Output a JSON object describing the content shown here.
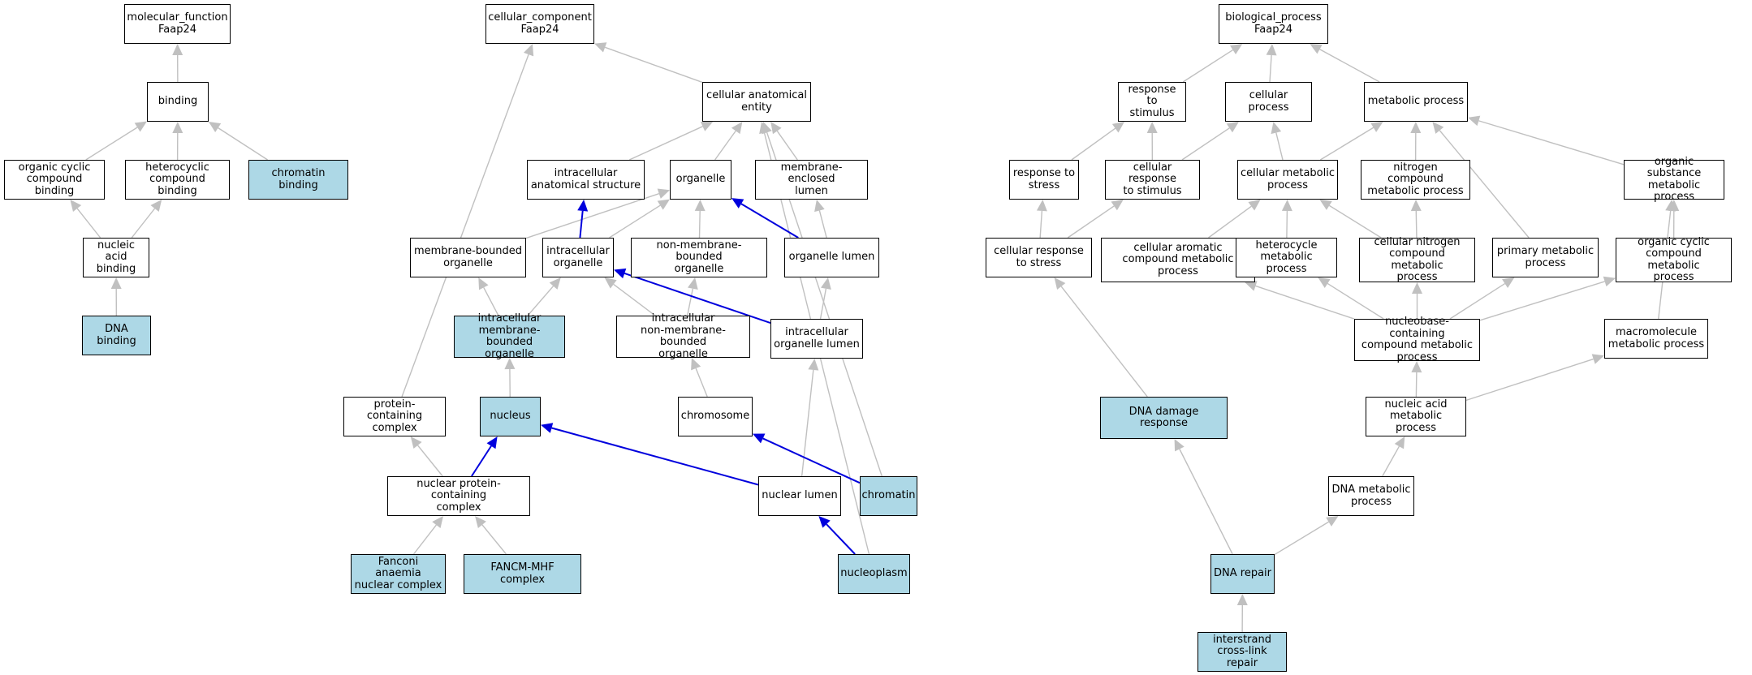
{
  "colors": {
    "highlight": "#add8e6",
    "edge_gray": "#c0c0c0",
    "edge_blue": "#0000dd",
    "border": "#000000"
  },
  "nodes": [
    {
      "id": "mf",
      "label": "molecular_function\nFaap24",
      "hl": false
    },
    {
      "id": "binding",
      "label": "binding",
      "hl": false
    },
    {
      "id": "ocb",
      "label": "organic cyclic\ncompound binding",
      "hl": false
    },
    {
      "id": "hcb",
      "label": "heterocyclic\ncompound binding",
      "hl": false
    },
    {
      "id": "chrombind",
      "label": "chromatin binding",
      "hl": true
    },
    {
      "id": "nab",
      "label": "nucleic acid\nbinding",
      "hl": false
    },
    {
      "id": "dnab",
      "label": "DNA binding",
      "hl": true
    },
    {
      "id": "cc",
      "label": "cellular_component\nFaap24",
      "hl": false
    },
    {
      "id": "cae",
      "label": "cellular anatomical\nentity",
      "hl": false
    },
    {
      "id": "ias",
      "label": "intracellular\nanatomical structure",
      "hl": false
    },
    {
      "id": "organelle",
      "label": "organelle",
      "hl": false
    },
    {
      "id": "mel",
      "label": "membrane-enclosed\nlumen",
      "hl": false
    },
    {
      "id": "mbo",
      "label": "membrane-bounded\norganelle",
      "hl": false
    },
    {
      "id": "io",
      "label": "intracellular\norganelle",
      "hl": false
    },
    {
      "id": "nmbo",
      "label": "non-membrane-bounded\norganelle",
      "hl": false
    },
    {
      "id": "olumen",
      "label": "organelle lumen",
      "hl": false
    },
    {
      "id": "imbo",
      "label": "intracellular\nmembrane-bounded\norganelle",
      "hl": true
    },
    {
      "id": "inmbo",
      "label": "intracellular\nnon-membrane-bounded\norganelle",
      "hl": false
    },
    {
      "id": "iol",
      "label": "intracellular\norganelle lumen",
      "hl": false
    },
    {
      "id": "pcc",
      "label": "protein-containing\ncomplex",
      "hl": false
    },
    {
      "id": "nucleus",
      "label": "nucleus",
      "hl": true
    },
    {
      "id": "chromosome",
      "label": "chromosome",
      "hl": false
    },
    {
      "id": "npcc",
      "label": "nuclear protein-containing\ncomplex",
      "hl": false
    },
    {
      "id": "nlumen",
      "label": "nuclear lumen",
      "hl": false
    },
    {
      "id": "chromatin",
      "label": "chromatin",
      "hl": true
    },
    {
      "id": "fanc",
      "label": "Fanconi anaemia\nnuclear complex",
      "hl": true
    },
    {
      "id": "fancm",
      "label": "FANCM-MHF complex",
      "hl": true
    },
    {
      "id": "nucleoplasm",
      "label": "nucleoplasm",
      "hl": true
    },
    {
      "id": "bp",
      "label": "biological_process\nFaap24",
      "hl": false
    },
    {
      "id": "rts",
      "label": "response to\nstimulus",
      "hl": false
    },
    {
      "id": "cp",
      "label": "cellular process",
      "hl": false
    },
    {
      "id": "mp",
      "label": "metabolic process",
      "hl": false
    },
    {
      "id": "rtstress",
      "label": "response to\nstress",
      "hl": false
    },
    {
      "id": "crts",
      "label": "cellular response\nto stimulus",
      "hl": false
    },
    {
      "id": "cmp",
      "label": "cellular metabolic\nprocess",
      "hl": false
    },
    {
      "id": "ncmp",
      "label": "nitrogen compound\nmetabolic process",
      "hl": false
    },
    {
      "id": "osmp",
      "label": "organic substance\nmetabolic process",
      "hl": false
    },
    {
      "id": "crtstress",
      "label": "cellular response\nto stress",
      "hl": false
    },
    {
      "id": "cacmp",
      "label": "cellular aromatic\ncompound metabolic\nprocess",
      "hl": false
    },
    {
      "id": "hmp",
      "label": "heterocycle\nmetabolic process",
      "hl": false
    },
    {
      "id": "cncmp",
      "label": "cellular nitrogen\ncompound metabolic\nprocess",
      "hl": false
    },
    {
      "id": "pmp",
      "label": "primary metabolic\nprocess",
      "hl": false
    },
    {
      "id": "occmp",
      "label": "organic cyclic\ncompound metabolic\nprocess",
      "hl": false
    },
    {
      "id": "nbccmp",
      "label": "nucleobase-containing\ncompound metabolic\nprocess",
      "hl": false
    },
    {
      "id": "mmp",
      "label": "macromolecule\nmetabolic process",
      "hl": false
    },
    {
      "id": "ddr",
      "label": "DNA damage response",
      "hl": true
    },
    {
      "id": "namp",
      "label": "nucleic acid\nmetabolic process",
      "hl": false
    },
    {
      "id": "dnamp",
      "label": "DNA metabolic\nprocess",
      "hl": false
    },
    {
      "id": "dnarepair",
      "label": "DNA repair",
      "hl": true
    },
    {
      "id": "iclr",
      "label": "interstrand\ncross-link repair",
      "hl": true
    }
  ],
  "edges": [
    {
      "from": "binding",
      "to": "mf",
      "c": "gray"
    },
    {
      "from": "ocb",
      "to": "binding",
      "c": "gray"
    },
    {
      "from": "hcb",
      "to": "binding",
      "c": "gray"
    },
    {
      "from": "chrombind",
      "to": "binding",
      "c": "gray"
    },
    {
      "from": "nab",
      "to": "ocb",
      "c": "gray"
    },
    {
      "from": "nab",
      "to": "hcb",
      "c": "gray"
    },
    {
      "from": "dnab",
      "to": "nab",
      "c": "gray"
    },
    {
      "from": "cae",
      "to": "cc",
      "c": "gray"
    },
    {
      "from": "pcc",
      "to": "cc",
      "c": "gray"
    },
    {
      "from": "ias",
      "to": "cae",
      "c": "gray"
    },
    {
      "from": "organelle",
      "to": "cae",
      "c": "gray"
    },
    {
      "from": "mel",
      "to": "cae",
      "c": "gray"
    },
    {
      "from": "chromatin",
      "to": "cae",
      "c": "gray"
    },
    {
      "from": "nucleoplasm",
      "to": "cae",
      "c": "gray"
    },
    {
      "from": "mbo",
      "to": "organelle",
      "c": "gray"
    },
    {
      "from": "io",
      "to": "ias",
      "c": "blue"
    },
    {
      "from": "io",
      "to": "organelle",
      "c": "gray"
    },
    {
      "from": "nmbo",
      "to": "organelle",
      "c": "gray"
    },
    {
      "from": "olumen",
      "to": "organelle",
      "c": "blue"
    },
    {
      "from": "olumen",
      "to": "mel",
      "c": "gray"
    },
    {
      "from": "imbo",
      "to": "mbo",
      "c": "gray"
    },
    {
      "from": "imbo",
      "to": "io",
      "c": "gray"
    },
    {
      "from": "inmbo",
      "to": "io",
      "c": "gray"
    },
    {
      "from": "inmbo",
      "to": "nmbo",
      "c": "gray"
    },
    {
      "from": "iol",
      "to": "io",
      "c": "blue"
    },
    {
      "from": "iol",
      "to": "olumen",
      "c": "gray"
    },
    {
      "from": "nucleus",
      "to": "imbo",
      "c": "gray"
    },
    {
      "from": "chromosome",
      "to": "inmbo",
      "c": "gray"
    },
    {
      "from": "npcc",
      "to": "pcc",
      "c": "gray"
    },
    {
      "from": "npcc",
      "to": "nucleus",
      "c": "blue"
    },
    {
      "from": "nlumen",
      "to": "nucleus",
      "c": "blue"
    },
    {
      "from": "nlumen",
      "to": "iol",
      "c": "gray"
    },
    {
      "from": "chromatin",
      "to": "chromosome",
      "c": "blue"
    },
    {
      "from": "fanc",
      "to": "npcc",
      "c": "gray"
    },
    {
      "from": "fancm",
      "to": "npcc",
      "c": "gray"
    },
    {
      "from": "nucleoplasm",
      "to": "nlumen",
      "c": "blue"
    },
    {
      "from": "rts",
      "to": "bp",
      "c": "gray"
    },
    {
      "from": "cp",
      "to": "bp",
      "c": "gray"
    },
    {
      "from": "mp",
      "to": "bp",
      "c": "gray"
    },
    {
      "from": "rtstress",
      "to": "rts",
      "c": "gray"
    },
    {
      "from": "crts",
      "to": "rts",
      "c": "gray"
    },
    {
      "from": "crts",
      "to": "cp",
      "c": "gray"
    },
    {
      "from": "cmp",
      "to": "cp",
      "c": "gray"
    },
    {
      "from": "cmp",
      "to": "mp",
      "c": "gray"
    },
    {
      "from": "ncmp",
      "to": "mp",
      "c": "gray"
    },
    {
      "from": "pmp",
      "to": "mp",
      "c": "gray"
    },
    {
      "from": "osmp",
      "to": "mp",
      "c": "gray"
    },
    {
      "from": "crtstress",
      "to": "rtstress",
      "c": "gray"
    },
    {
      "from": "crtstress",
      "to": "crts",
      "c": "gray"
    },
    {
      "from": "cacmp",
      "to": "cmp",
      "c": "gray"
    },
    {
      "from": "hmp",
      "to": "cmp",
      "c": "gray"
    },
    {
      "from": "cncmp",
      "to": "cmp",
      "c": "gray"
    },
    {
      "from": "cncmp",
      "to": "ncmp",
      "c": "gray"
    },
    {
      "from": "occmp",
      "to": "osmp",
      "c": "gray"
    },
    {
      "from": "mmp",
      "to": "osmp",
      "c": "gray"
    },
    {
      "from": "nbccmp",
      "to": "cacmp",
      "c": "gray"
    },
    {
      "from": "nbccmp",
      "to": "hmp",
      "c": "gray"
    },
    {
      "from": "nbccmp",
      "to": "cncmp",
      "c": "gray"
    },
    {
      "from": "nbccmp",
      "to": "pmp",
      "c": "gray"
    },
    {
      "from": "nbccmp",
      "to": "occmp",
      "c": "gray"
    },
    {
      "from": "namp",
      "to": "nbccmp",
      "c": "gray"
    },
    {
      "from": "namp",
      "to": "mmp",
      "c": "gray"
    },
    {
      "from": "ddr",
      "to": "crtstress",
      "c": "gray"
    },
    {
      "from": "dnamp",
      "to": "namp",
      "c": "gray"
    },
    {
      "from": "dnarepair",
      "to": "ddr",
      "c": "gray"
    },
    {
      "from": "dnarepair",
      "to": "dnamp",
      "c": "gray"
    },
    {
      "from": "iclr",
      "to": "dnarepair",
      "c": "gray"
    }
  ]
}
